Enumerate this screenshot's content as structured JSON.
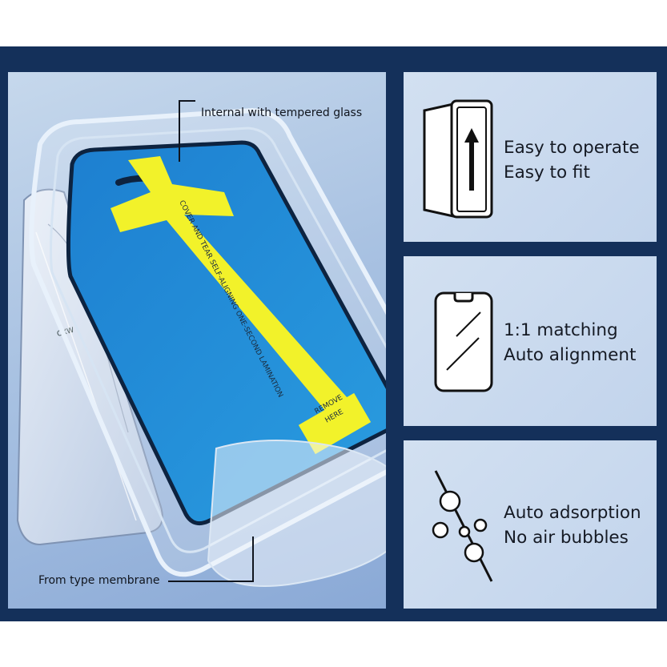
{
  "left_panel": {
    "callout_top": "Internal with tempered glass",
    "callout_bottom": "From type membrane",
    "sticker": {
      "line1": "COVER AND TEAR SELF-ALIGNING ONE-SECOND LAMINATION",
      "remove_line1": "REMOVE",
      "remove_line2": "HERE"
    }
  },
  "features": [
    {
      "icon": "screen-protector-install-icon",
      "line1": "Easy to operate",
      "line2": "Easy to fit"
    },
    {
      "icon": "phone-screen-glass-icon",
      "line1": "1:1 matching",
      "line2": "Auto alignment"
    },
    {
      "icon": "bubbles-removal-icon",
      "line1": "Auto adsorption",
      "line2": "No air bubbles"
    }
  ],
  "colors": {
    "band": "#14305a",
    "sticker_yellow": "#f2f22a",
    "screen_blue": "#2a8fd8"
  }
}
